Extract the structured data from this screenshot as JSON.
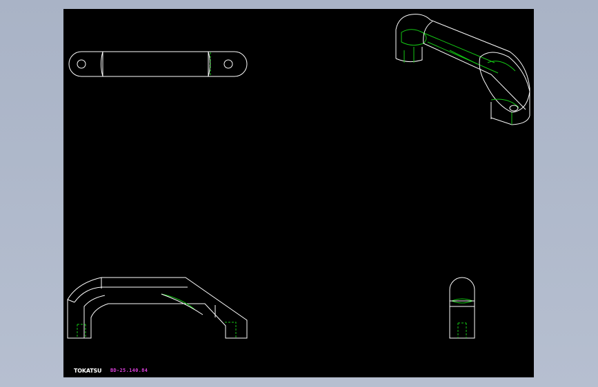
{
  "brand": {
    "text": "TOKATSU",
    "color": "#ffffff"
  },
  "part_code": {
    "text": "BD-25.140.84",
    "color": "#e040e0"
  },
  "colors": {
    "background": "#aeb7c9",
    "canvas": "#000000",
    "edge": "#ffffff",
    "hidden_edge": "#14c814"
  },
  "views": [
    "top-view",
    "isometric-view",
    "front-view",
    "side-view"
  ]
}
